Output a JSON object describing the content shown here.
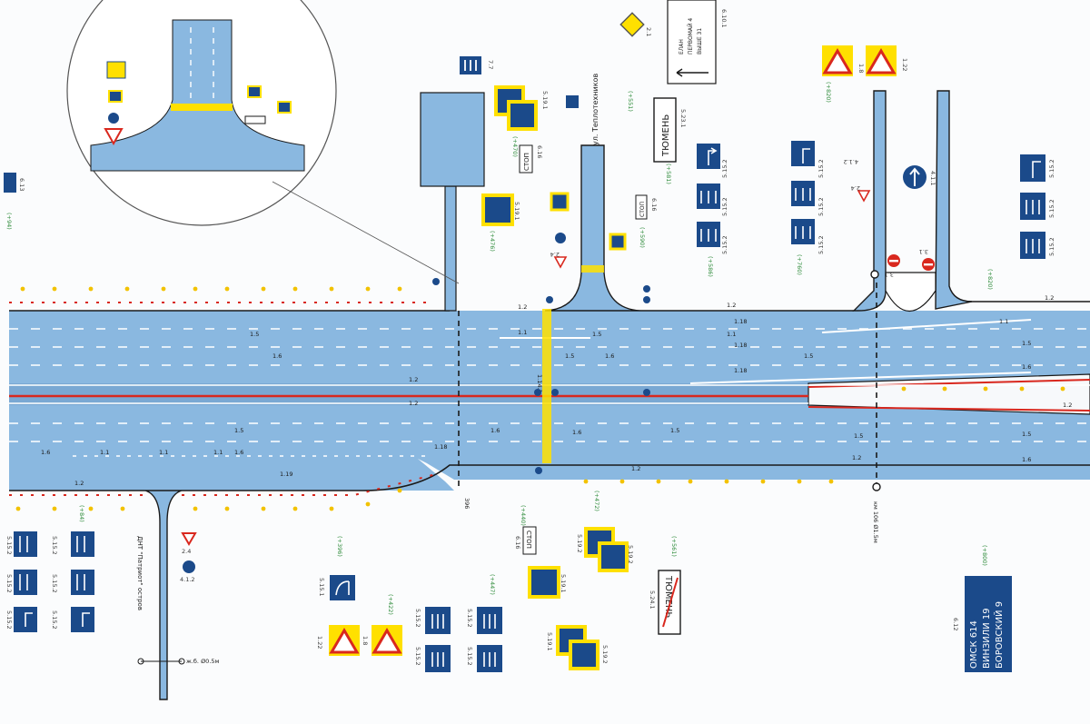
{
  "colors": {
    "road": "#8ab8e0",
    "road_dark": "#6f9fcb",
    "sign_blue": "#1b4a8a",
    "warning_yellow": "#ffe000",
    "barrier_red": "#d9281e",
    "marking": "#ffffff",
    "kerb": "#1a1a1a",
    "green_label": "#2e8b3a",
    "dim_label": "#3a3a3a"
  },
  "street_labels": {
    "teplotekhnikov": "ул. Теплотехников",
    "city_sign": "ТЮМЕНЬ",
    "city_sign_crossed": "ТЮМЕНЬ",
    "parking_sign": "ДНТ \"Патриот\" остров",
    "direction_board": [
      "БОРОВСКИЙ 9",
      "ВИНЗИЛИ 19",
      "ОМСК 614"
    ],
    "route_board_lines": [
      "ЕЛАН",
      "ПЕРВОМАЙ 4",
      "ВЫШЕ 31"
    ]
  },
  "sign_codes": {
    "s_5_15_2": "5.15.2",
    "s_5_15_1": "5.15.1",
    "s_5_19_1": "5.19.1",
    "s_5_19_2": "5.19.2",
    "s_1_22": "1.22",
    "s_1_8": "1.8",
    "s_2_4": "2.4",
    "s_2_1": "2.1",
    "s_4_1_2": "4.1.2",
    "s_4_1_1": "4.1.1",
    "s_3_1": "3.1",
    "s_6_13": "6.13",
    "s_6_12": "6.12",
    "s_6_16": "6.16",
    "s_6_10_1": "6.10.1",
    "s_7_7": "7.7",
    "s_5_23_1": "5.23.1",
    "s_5_24_1": "5.24.1",
    "stop": "СТОП"
  },
  "marking_codes": {
    "m_1_1": "1.1",
    "m_1_2": "1.2",
    "m_1_5": "1.5",
    "m_1_6": "1.6",
    "m_1_14_1": "1.14.1",
    "m_1_18": "1.18",
    "m_1_19": "1.19"
  },
  "dimensions": {
    "d_396": "396",
    "d_h": "ж.б. Ø0.5м",
    "d_km": "км 106 Ø1.5м",
    "d_p1": "(+94)",
    "d_p2": "(+476)",
    "d_p3": "(+470)",
    "d_p4": "(+551)",
    "d_p5": "(+581)",
    "d_p6": "(+586)",
    "d_p7": "(+760)",
    "d_p8": "(+820)",
    "d_p9": "(+440)",
    "d_p10": "(+422)",
    "d_p11": "(+472)",
    "d_p12": "(+447)",
    "d_p13": "(+561)",
    "d_p14": "(+590)",
    "d_p15": "(+820)",
    "d_p16": "(+800)",
    "d_p17": "(+396)",
    "d_p18": "(+84)"
  }
}
